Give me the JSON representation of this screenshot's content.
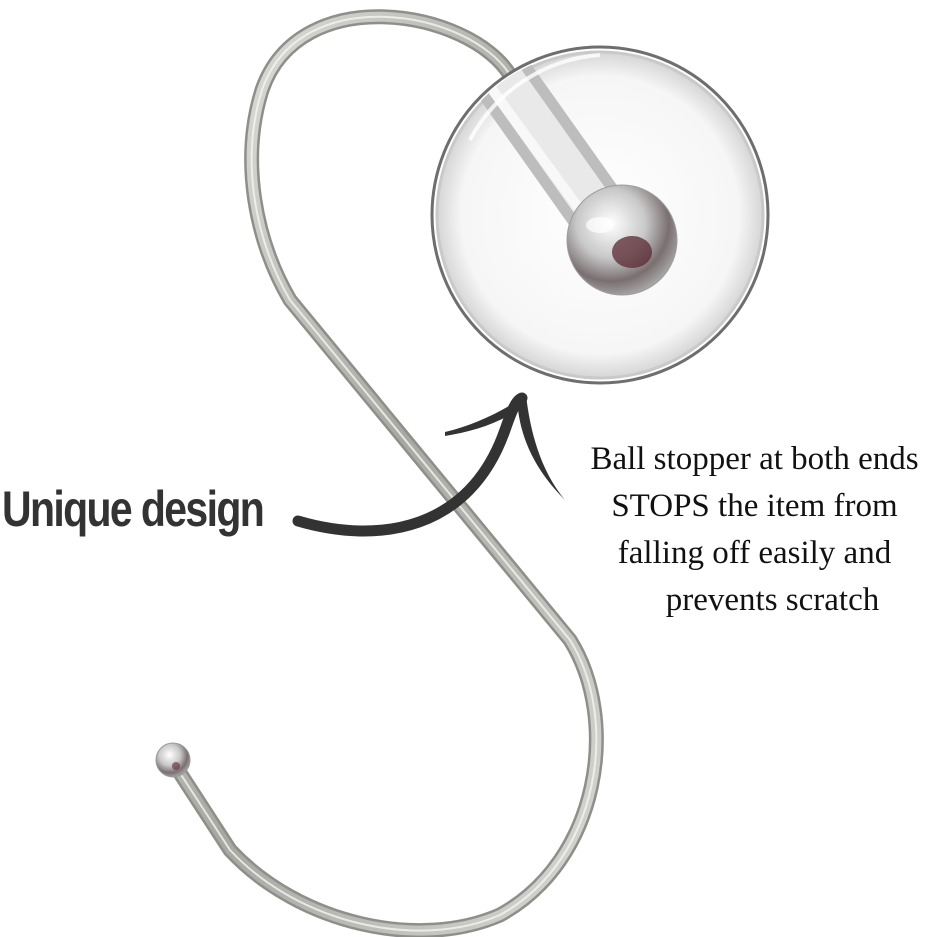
{
  "headline": {
    "text": "Unique design",
    "color": "#333333"
  },
  "caption": {
    "lines": [
      "Ball stopper at both ends",
      "STOPS the item from",
      "falling off easily and",
      "prevents scratch"
    ],
    "color": "#111111"
  },
  "product": {
    "name": "S-hook with ball stopper ends",
    "metal_color": "#b8b8b4",
    "arrow_color": "#333333"
  },
  "magnifier": {
    "subject": "close-up of ball stopper end",
    "rim_color": "#8a8a8a"
  }
}
